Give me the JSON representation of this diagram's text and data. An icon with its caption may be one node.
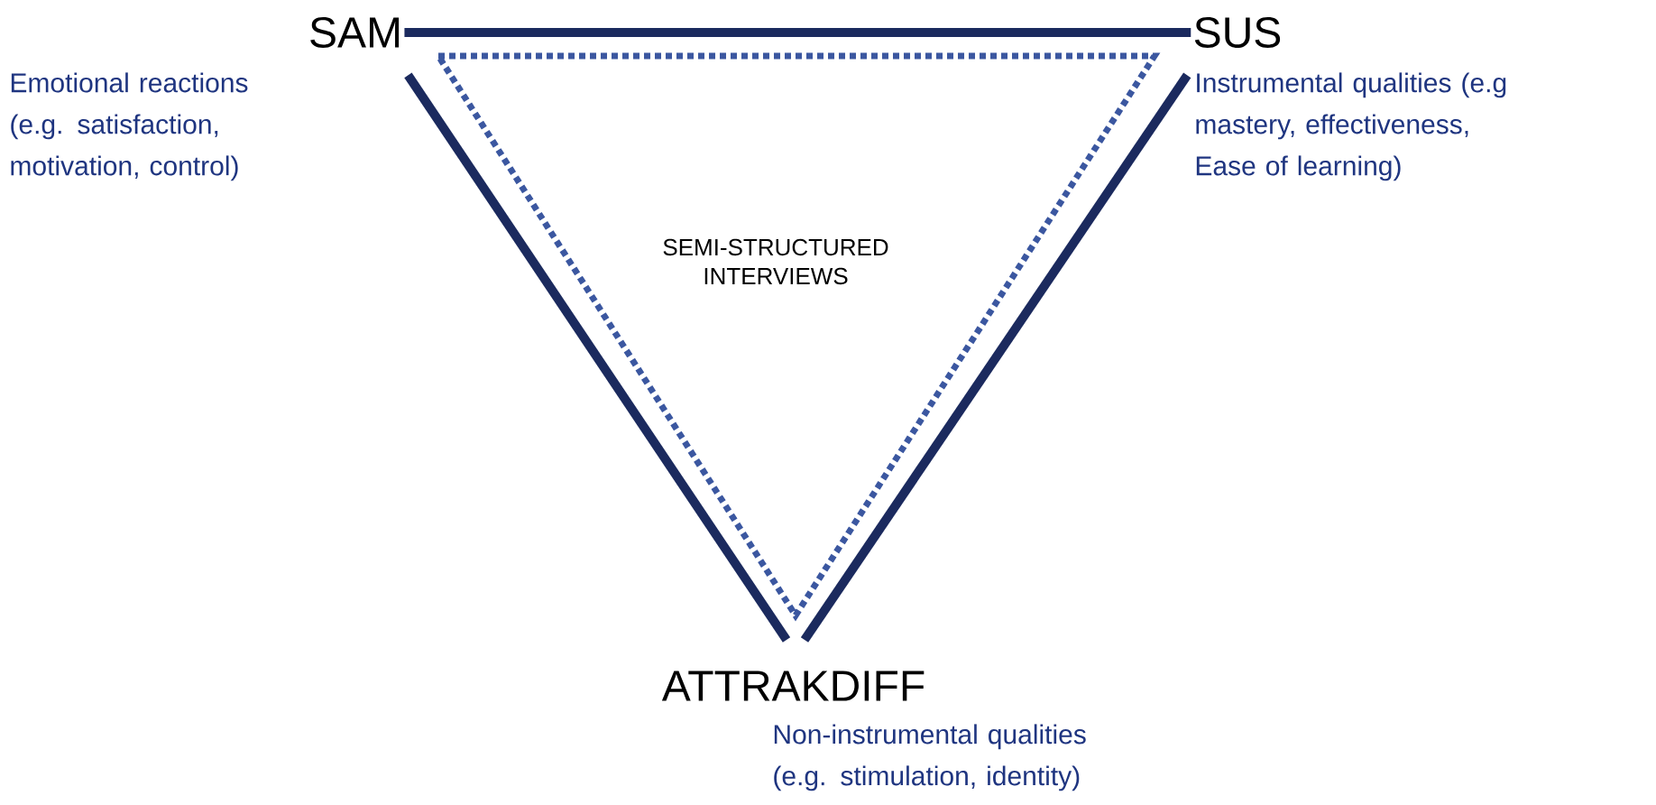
{
  "diagram": {
    "nodes": [
      {
        "text": [
          "SAM"
        ],
        "beside": [
          "Emotional reactions (e.g. satisfaction, motivation, control)"
        ]
      },
      {
        "text": [
          "SUS"
        ],
        "beside": [
          "Instrumental qualities (e.g mastery, effectiveness, Ease of learning)"
        ]
      },
      {
        "text": [
          "ATTRAKDIFF"
        ],
        "beside": [
          "Non-instrumental qualities (e.g. stimulation, identity)"
        ]
      },
      {
        "text": [
          "SEMI-STRUCTURED INTERVIEWS"
        ]
      }
    ],
    "edges": [
      {
        "from": 0,
        "to": 1,
        "arrow": "none"
      },
      {
        "from": 1,
        "to": 2,
        "arrow": "none"
      },
      {
        "from": 2,
        "to": 0,
        "arrow": "none"
      }
    ]
  }
}
